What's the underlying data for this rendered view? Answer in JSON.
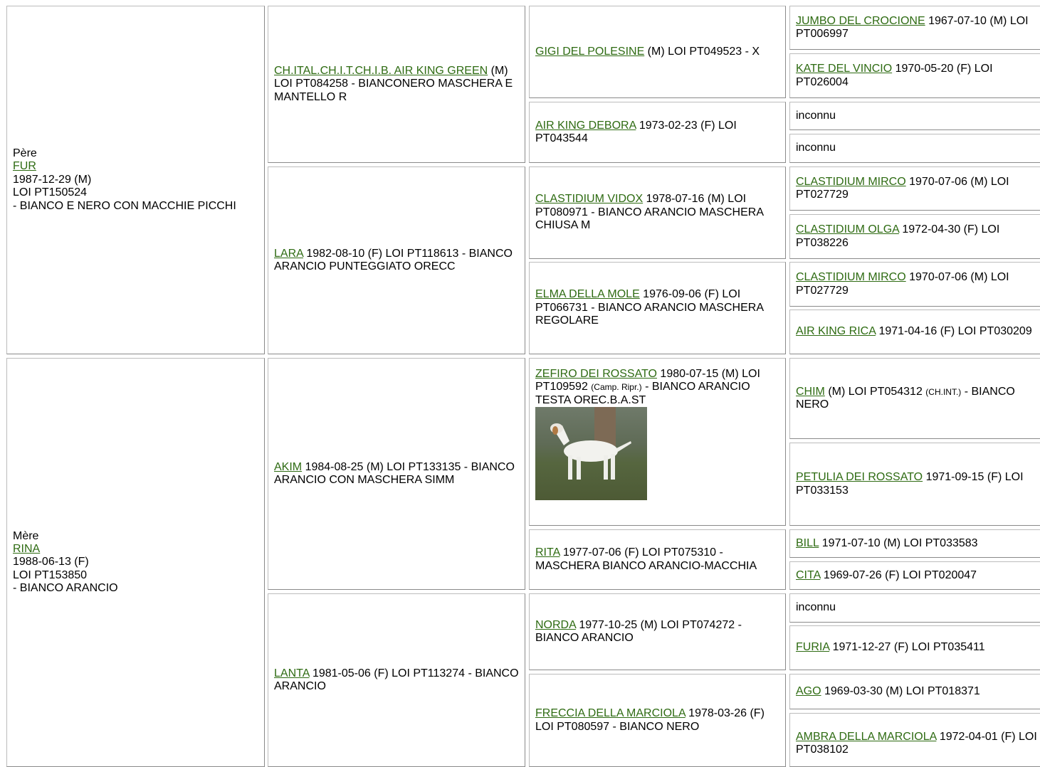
{
  "colors": {
    "link": "#2e6b12"
  },
  "sire": {
    "role": "Père",
    "name": "FUR",
    "line1": "1987-12-29 (M)",
    "line2": "LOI PT150524",
    "line3": "- BIANCO E NERO CON MACCHIE PICCHI"
  },
  "dam": {
    "role": "Mère",
    "name": "RINA",
    "line1": "1988-06-13 (F)",
    "line2": "LOI PT153850",
    "line3": "- BIANCO ARANCIO"
  },
  "g2": [
    {
      "name": "CH.ITAL.CH.I.T.CH.I.B. AIR KING GREEN",
      "info": " (M) LOI PT084258 - BIANCONERO MASCHERA E MANTELLO R"
    },
    {
      "name": "LARA",
      "info": " 1982-08-10 (F) LOI PT118613 - BIANCO ARANCIO PUNTEGGIATO ORECC"
    },
    {
      "name": "AKIM",
      "info": " 1984-08-25 (M) LOI PT133135 - BIANCO ARANCIO CON MASCHERA SIMM"
    },
    {
      "name": "LANTA",
      "info": " 1981-05-06 (F) LOI PT113274 - BIANCO ARANCIO"
    }
  ],
  "g3": [
    {
      "name": "GIGI DEL POLESINE",
      "info": " (M) LOI PT049523 - X"
    },
    {
      "name": "AIR KING DEBORA",
      "info": " 1973-02-23 (F) LOI PT043544"
    },
    {
      "name": "CLASTIDIUM VIDOX",
      "info": " 1978-07-16 (M) LOI PT080971 - BIANCO ARANCIO MASCHERA CHIUSA M"
    },
    {
      "name": "ELMA DELLA MOLE",
      "info": " 1976-09-06 (F) LOI PT066731 - BIANCO ARANCIO MASCHERA REGOLARE"
    },
    {
      "name": "ZEFIRO DEI ROSSATO",
      "info": " 1980-07-15 (M) LOI PT109592 ",
      "title": "(Camp. Ripr.)",
      "info2": " - BIANCO ARANCIO TESTA OREC.B.A.ST",
      "photo": "dog-photo"
    },
    {
      "name": "RITA",
      "info": " 1977-07-06 (F) LOI PT075310 - MASCHERA BIANCO ARANCIO-MACCHIA"
    },
    {
      "name": "NORDA",
      "info": " 1977-10-25 (M) LOI PT074272 - BIANCO ARANCIO"
    },
    {
      "name": "FRECCIA DELLA MARCIOLA",
      "info": " 1978-03-26 (F) LOI PT080597 - BIANCO NERO"
    }
  ],
  "g4": [
    {
      "name": "JUMBO DEL CROCIONE",
      "info": " 1967-07-10 (M) LOI PT006997"
    },
    {
      "name": "KATE DEL VINCIO",
      "info": " 1970-05-20 (F) LOI PT026004"
    },
    {
      "unknown": "inconnu"
    },
    {
      "unknown": "inconnu"
    },
    {
      "name": "CLASTIDIUM MIRCO",
      "info": " 1970-07-06 (M) LOI PT027729"
    },
    {
      "name": "CLASTIDIUM OLGA",
      "info": " 1972-04-30 (F) LOI PT038226"
    },
    {
      "name": "CLASTIDIUM MIRCO",
      "info": " 1970-07-06 (M) LOI PT027729"
    },
    {
      "name": "AIR KING RICA",
      "info": " 1971-04-16 (F) LOI PT030209"
    },
    {
      "name": "CHIM",
      "info": " (M) LOI PT054312 ",
      "title": "(CH.INT.)",
      "info2": " - BIANCO NERO"
    },
    {
      "name": "PETULIA DEI ROSSATO",
      "info": " 1971-09-15 (F) LOI PT033153"
    },
    {
      "name": "BILL",
      "info": " 1971-07-10 (M) LOI PT033583"
    },
    {
      "name": "CITA",
      "info": " 1969-07-26 (F) LOI PT020047"
    },
    {
      "unknown": "inconnu"
    },
    {
      "name": "FURIA",
      "info": " 1971-12-27 (F) LOI PT035411"
    },
    {
      "name": "AGO",
      "info": " 1969-03-30 (M) LOI PT018371"
    },
    {
      "name": "AMBRA DELLA MARCIOLA",
      "info": " 1972-04-01 (F) LOI PT038102"
    }
  ]
}
